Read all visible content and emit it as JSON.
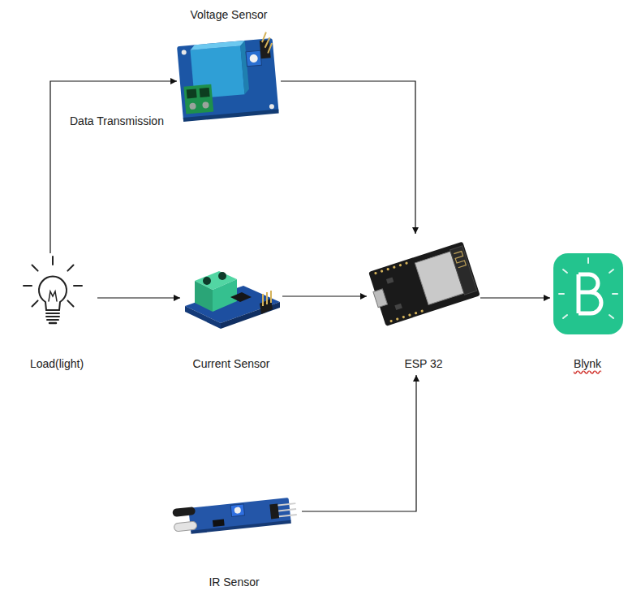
{
  "diagram": {
    "nodes": [
      {
        "text": [
          "Voltage Sensor"
        ]
      },
      {
        "text": [
          "Load(light)"
        ]
      },
      {
        "text": [
          "Current Sensor"
        ]
      },
      {
        "text": [
          "ESP 32"
        ]
      },
      {
        "text": [
          "Blynk"
        ]
      },
      {
        "text": [
          "IR Sensor"
        ]
      }
    ],
    "edges": [
      {
        "from": 1,
        "to": 0,
        "arrow": "to"
      },
      {
        "from": 1,
        "to": 2,
        "arrow": "to"
      },
      {
        "from": 0,
        "to": 3,
        "arrow": "to"
      },
      {
        "from": 2,
        "to": 3,
        "arrow": "to"
      },
      {
        "from": 3,
        "to": 4,
        "arrow": "to"
      },
      {
        "from": 5,
        "to": 3,
        "arrow": "to"
      }
    ],
    "labels": [
      "Data Transmission"
    ]
  }
}
